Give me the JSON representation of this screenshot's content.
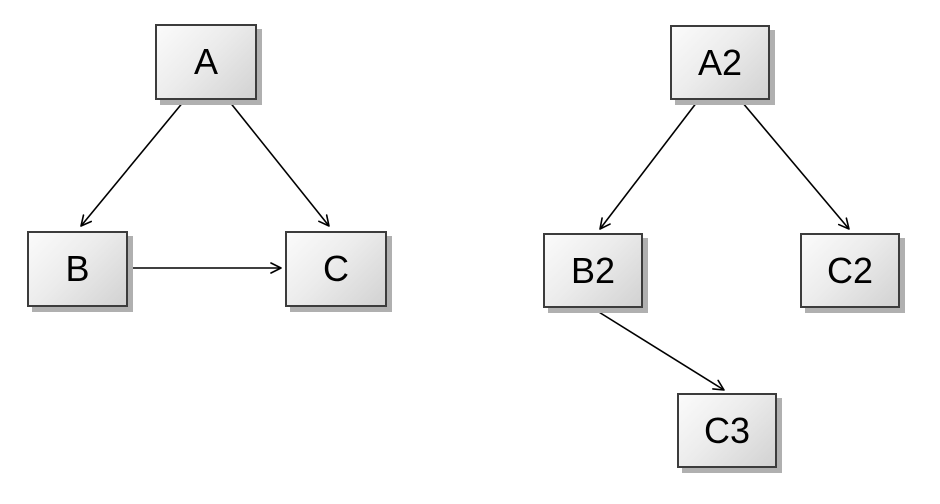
{
  "canvas": {
    "background": "#ffffff"
  },
  "colors": {
    "node_border": "#3c3c3c",
    "node_fill_light": "#fbfbfb",
    "node_fill_dark": "#d2d2d2",
    "node_shadow": "#b0b0b0",
    "edge": "#000000",
    "text": "#000000"
  },
  "graphs": [
    {
      "id": "left-graph",
      "nodes": [
        {
          "id": "A",
          "label": "A"
        },
        {
          "id": "B",
          "label": "B"
        },
        {
          "id": "C",
          "label": "C"
        }
      ],
      "edges": [
        {
          "from": "A",
          "to": "B"
        },
        {
          "from": "A",
          "to": "C"
        },
        {
          "from": "B",
          "to": "C"
        }
      ]
    },
    {
      "id": "right-graph",
      "nodes": [
        {
          "id": "A2",
          "label": "A2"
        },
        {
          "id": "B2",
          "label": "B2"
        },
        {
          "id": "C2",
          "label": "C2"
        },
        {
          "id": "C3",
          "label": "C3"
        }
      ],
      "edges": [
        {
          "from": "A2",
          "to": "B2"
        },
        {
          "from": "A2",
          "to": "C2"
        },
        {
          "from": "B2",
          "to": "C3"
        }
      ]
    }
  ]
}
